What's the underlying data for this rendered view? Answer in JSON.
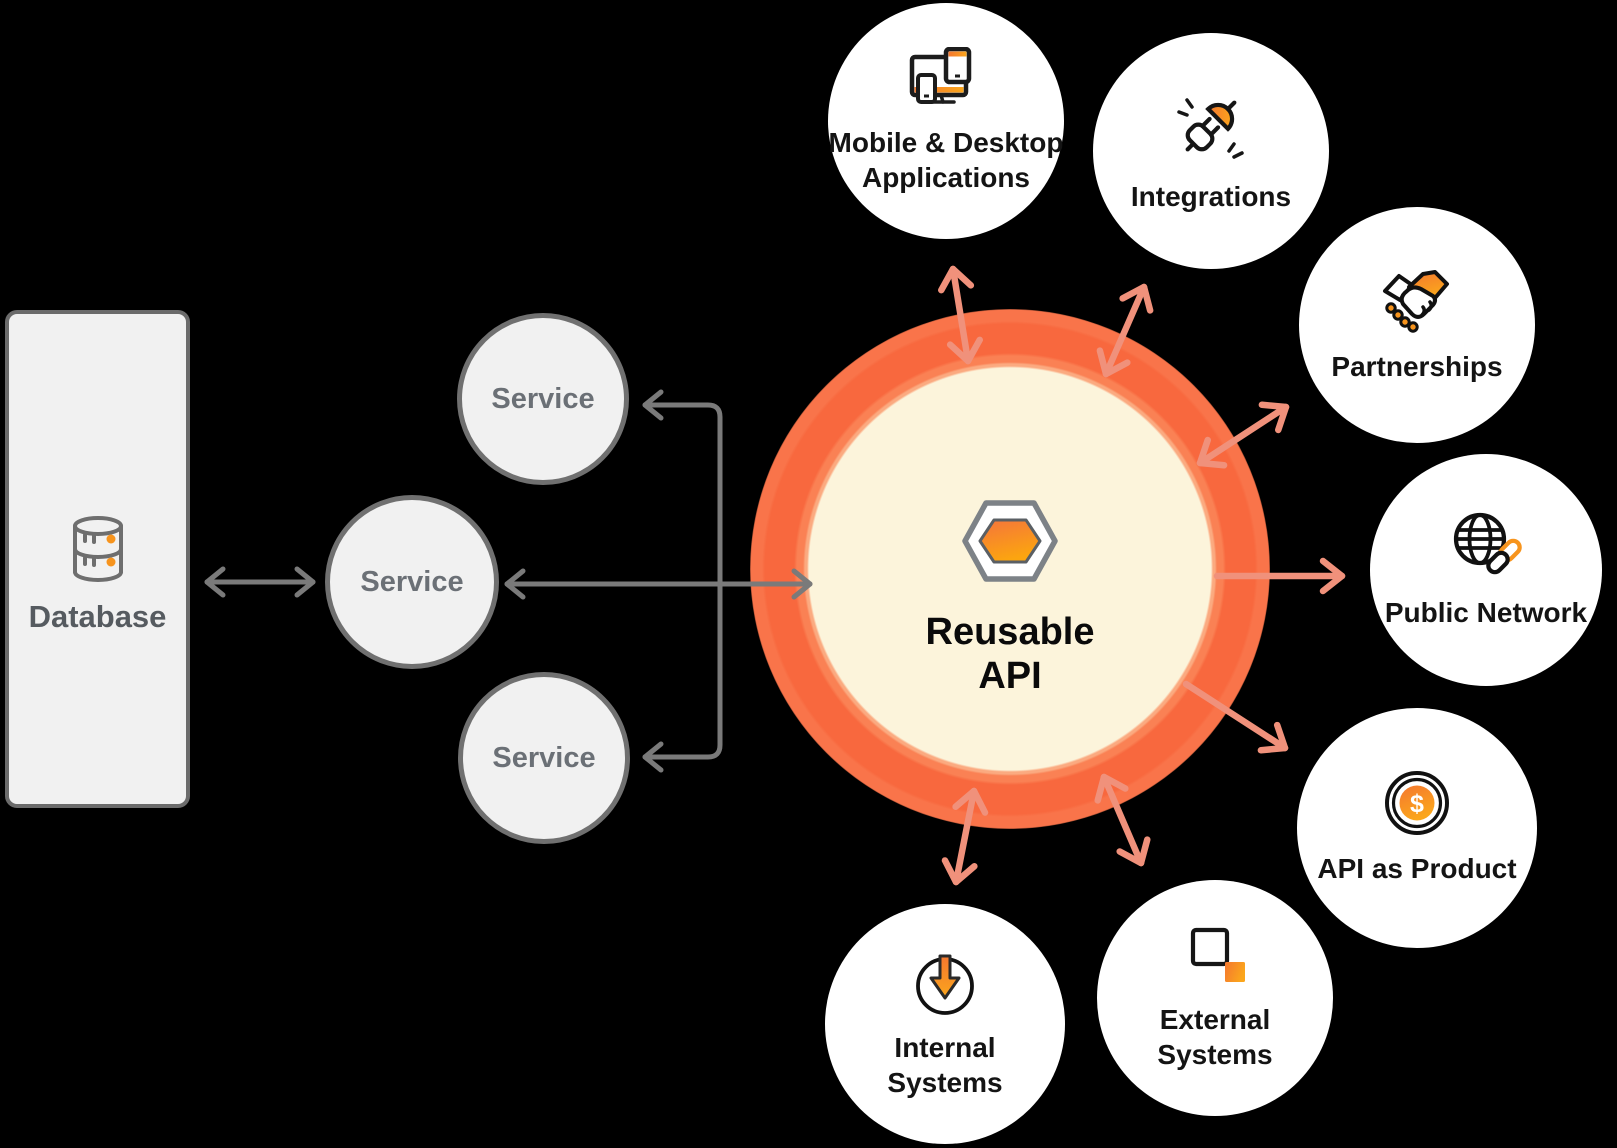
{
  "diagram_title": "Reusable API ecosystem diagram",
  "colors": {
    "background": "#000000",
    "ring_orange": "#F8683E",
    "ring_outer_light": "#F9744A",
    "ring_inner_rim": "#FBAA80",
    "core_cream": "#FCF4DB",
    "arrow_salmon": "#F0917B",
    "arrow_gray": "#7A7A7A",
    "node_fill": "#F1F1F1",
    "node_border": "#707070",
    "accent_orange": "#F7941D",
    "accent_gradient_start": "#F4743C",
    "accent_gradient_end": "#FCA50F",
    "satellite_fill": "#FFFFFF",
    "label_dark": "#141414",
    "service_text": "#6B7076",
    "database_text": "#565B60"
  },
  "database": {
    "label": "Database",
    "icon": "database-icon"
  },
  "services": [
    {
      "label": "Service"
    },
    {
      "label": "Service"
    },
    {
      "label": "Service"
    }
  ],
  "core": {
    "icon": "hexagon-icon",
    "lines": [
      "Reusable",
      "API"
    ]
  },
  "satellites": [
    {
      "name": "mobile-desktop-applications",
      "icon": "devices-icon",
      "lines": [
        "Mobile & Desktop",
        "Applications"
      ]
    },
    {
      "name": "integrations",
      "icon": "plug-icon",
      "lines": [
        "Integrations"
      ]
    },
    {
      "name": "partnerships",
      "icon": "handshake-icon",
      "lines": [
        "Partnerships"
      ]
    },
    {
      "name": "public-network",
      "icon": "globe-link-icon",
      "lines": [
        "Public Network"
      ]
    },
    {
      "name": "api-as-product",
      "icon": "dollar-coin-icon",
      "lines": [
        "API as Product"
      ],
      "icon_glyph": "$"
    },
    {
      "name": "external-systems",
      "icon": "overlapping-squares-icon",
      "lines": [
        "External",
        "Systems"
      ]
    },
    {
      "name": "internal-systems",
      "icon": "download-arrow-icon",
      "lines": [
        "Internal",
        "Systems"
      ]
    }
  ]
}
